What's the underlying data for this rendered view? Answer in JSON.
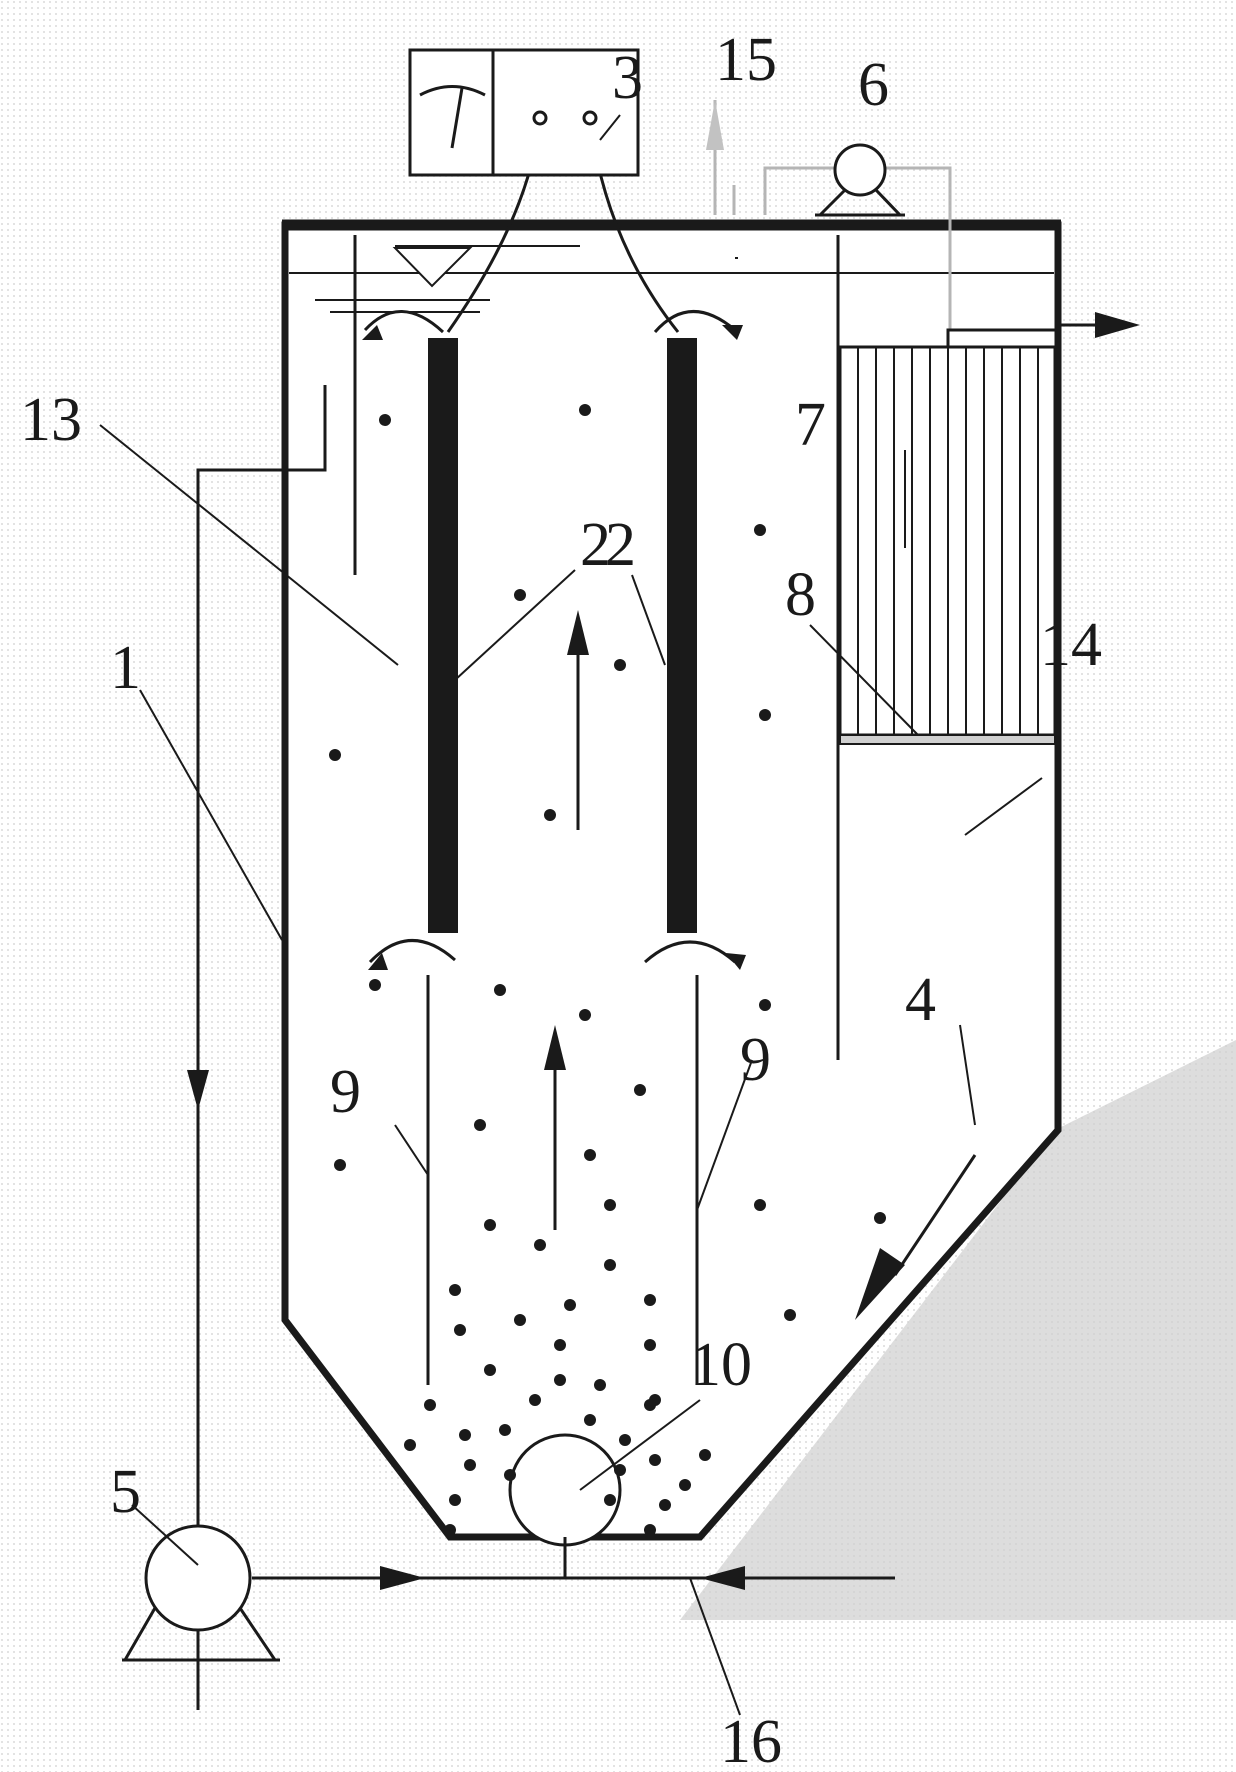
{
  "diagram": {
    "labels": {
      "l1": "1",
      "l2a": "2",
      "l2b": "2",
      "l3": "3",
      "l4": "4",
      "l5": "5",
      "l6": "6",
      "l7": "7",
      "l8": "8",
      "l9a": "9",
      "l9b": "9",
      "l10": "10",
      "l13": "13",
      "l14": "14",
      "l15": "15",
      "l16": "16"
    },
    "colors": {
      "ink": "#1a1a1a",
      "background": "#ffffff",
      "shading": "#d9d9d9",
      "faint": "#b5b5b5"
    }
  }
}
